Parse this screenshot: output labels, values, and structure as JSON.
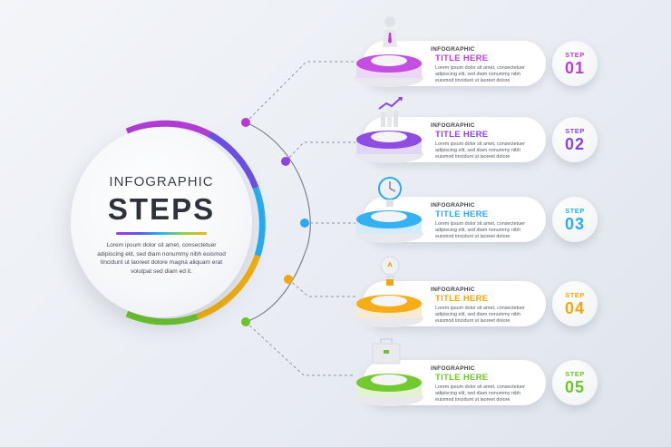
{
  "hub": {
    "line1": "INFOGRAPHIC",
    "line2": "STEPS",
    "text": "Lorem ipsum dolor sit amet, consectetuer adipiscing elit, sed diam nonummy nibh euismod tincidunt ut laoreet dolore magna aliquam erat volutpat sed diam ed it."
  },
  "steps": [
    {
      "label": "INFOGRAPHIC",
      "title": "TITLE HERE",
      "desc": "Lorem ipsum dolor sit amet, consectetuer adipiscing elit, sed diam nonummy nibh euismod tincidunt ut laoreet dolore",
      "step_label": "STEP",
      "step_number": "01",
      "color": "#b93fd8",
      "icon": "chess-pawn-icon"
    },
    {
      "label": "INFOGRAPHIC",
      "title": "TITLE HERE",
      "desc": "Lorem ipsum dolor sit amet, consectetuer adipiscing elit, sed diam nonummy nibh euismod tincidunt ut laoreet dolore",
      "step_label": "STEP",
      "step_number": "02",
      "color": "#8a44df",
      "icon": "growth-chart-icon"
    },
    {
      "label": "INFOGRAPHIC",
      "title": "TITLE HERE",
      "desc": "Lorem ipsum dolor sit amet, consectetuer adipiscing elit, sed diam nonummy nibh euismod tincidunt ut laoreet dolore",
      "step_label": "STEP",
      "step_number": "03",
      "color": "#2aaaf0",
      "icon": "clock-icon"
    },
    {
      "label": "INFOGRAPHIC",
      "title": "TITLE HERE",
      "desc": "Lorem ipsum dolor sit amet, consectetuer adipiscing elit, sed diam nonummy nibh euismod tincidunt ut laoreet dolore",
      "step_label": "STEP",
      "step_number": "04",
      "color": "#f2a50f",
      "icon": "lightbulb-icon"
    },
    {
      "label": "INFOGRAPHIC",
      "title": "TITLE HERE",
      "desc": "Lorem ipsum dolor sit amet, consectetuer adipiscing elit, sed diam nonummy nibh euismod tincidunt ut laoreet dolore",
      "step_label": "STEP",
      "step_number": "05",
      "color": "#6cc428",
      "icon": "briefcase-icon"
    }
  ]
}
